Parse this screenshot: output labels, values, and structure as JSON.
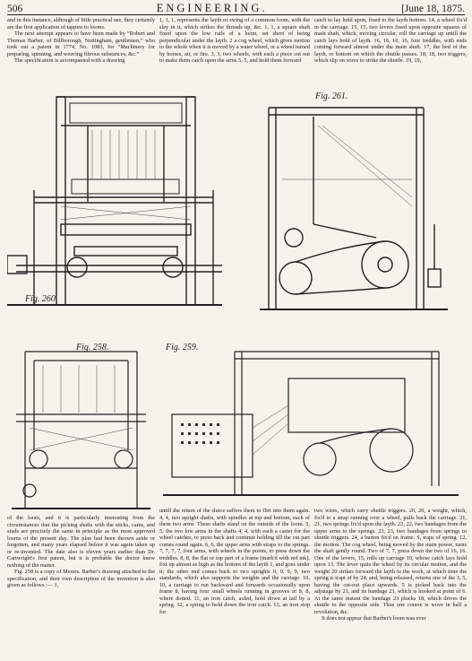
{
  "header": {
    "page_number": "506",
    "journal": "ENGINEERING.",
    "date": "[June 18, 1875."
  },
  "columns": {
    "top_left": [
      "and in this instance, although of little practical use, they certainly are the first application of tappets to looms.",
      "The next attempt appears to have been made by “Robert and Thomas Barber, of Billborough, Nottingham, gentlemen,” who took out a patent in 1774, No. 1083, for “Machinery for preparing, spinning, and weaving fibrous substances, &c.”",
      "The specification is accompanied with a drawing"
    ],
    "top_middle": [
      "1, 1, 1, represents the layth or swing of a common loom, with the sley in it, which strikes the threads up, &c. 1, 1, a square shaft fixed upon the low rails of a loom, set short of being perpendicular under the layth. 2 a cog wheel, which gives motion to the whole when it is moved by a water wheel, or a wheel turned by horses, air, or fire. 3, 3, two wheels, with each a piece cut out to make them catch upon the arms 5, 5, and hold them forward"
    ],
    "top_right": [
      "catch to lay hold upon, fixed to the layth bottom. 14, a wheel fix'd in the carriage. 15, 15, two levers fixed upon opposite squares of main shaft, which, moving circular, roll the carriage up untill the catch lays hold of layth. 16, 16, 16, 16, four treddles, with ends coming forward almost under the main shaft. 17, the bed of the layth, or bottom on which the shuttle passes. 18, 18, two triggers, which slip on wires to strike the shuttle. 19, 19,"
    ],
    "bottom_left": [
      "of the loom, and it is particularly interesting from the circumstances that the picking shafts with the sticks, cams, and studs are precisely the same in principle as the most approved looms of the present day. The plan had been thrown aside or forgotten, and many years elapsed before it was again taken up or re-invented. The date also is eleven years earlier than Dr. Cartwright's first patent, but it is probable the doctor knew nothing of the matter.",
      "Fig. 258 is a copy of Messrs. Barber's drawing attached to the specification, and their own description of the invention is also given as follows :— 1,"
    ],
    "bottom_middle": [
      "untill the return of the sluice suffers them to flirt into them again. 4, 4, two upright shafts, with spindles at top and bottom, each of them two arms. These shafts stand on the outside of the loom. 5, 5, the two low arms in the shafts 4, 4, with each a caster for the wheel catches, to press back and continue holding till the cut part comes round again. 6, 6, the upper arms with straps to the springs. 7, 7, 7, 7, four arms, with wheels in the points, to press down the treddles. 8, 8, the flat or top part of a frame (mark'd with red ink), fixt up almost as high as the bottom of the layth 1, and goes under it; the other end comes back to two uprights 9, 9. 9, 9, two standards, which also supports the weights and the carriage. 10, 10, a carriage to run backward and forwards occasionally upon frame 8, having four small wheels running in grooves in 8, 8, where dotted. 11, an iron catch, axled, hold down at tail by a spring. 12, a spring to hold down the iron catch. 13, an iron stop for"
    ],
    "bottom_right": [
      "two wires, which carry shuttle triggers. 20, 20, a weight, which, fix'd to a strap running over a wheel, pulls back the carriage. 21, 21, two springs fix'd upon the layth. 22, 22, two bandages from the upper arms to the springs. 23, 23, two bandages from springs to shuttle triggers. 24, a button fix'd on frame. S, traps of spring. 12, the motion. The cog wheel, being moved by the main power, turns the shaft gently round. Two of 7, 7, press down the two of 16, 16. One of the levers, 15, rolls up carriage 10, whose catch lays hold upon 13. The lever quits the wheel by its circular motion, and the weight 20 strikes forward the layth to the work, at which time the spring is trapt of by 24, and, being released, returns one of the 3, 5, having the cut-out place upwards. 5 is picked back into the adjutage by 21, and its bandage 23, which is hooked at point of 6. At the same instant the bandage 23 plucks 18, which drives the shuttle to the opposite side. Thus one course is wove in half a revolution, &c.",
      "It does not appear that Barber's loom was ever"
    ]
  },
  "figures": {
    "fig260": "Fig. 260",
    "fig261": "Fig. 261.",
    "fig258": "Fig. 258.",
    "fig259": "Fig. 259."
  }
}
